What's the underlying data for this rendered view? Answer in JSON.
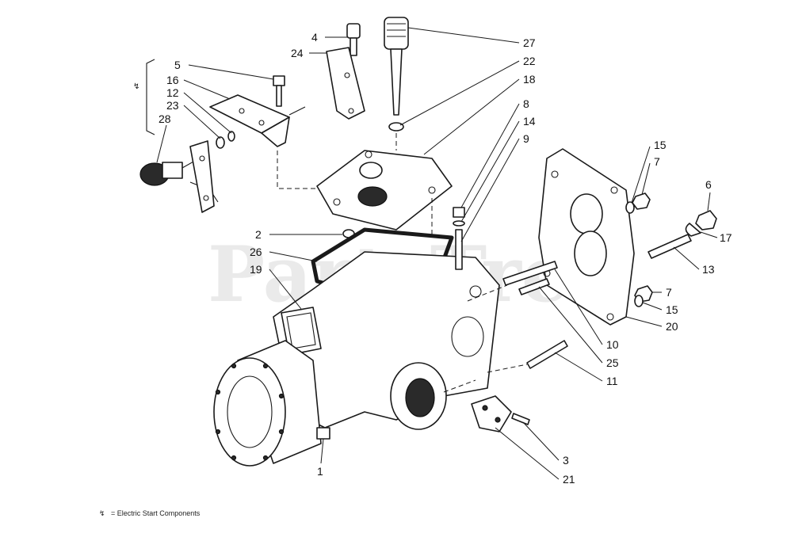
{
  "watermark": "PartsTree",
  "footnote": {
    "symbol": "↯",
    "text": "= Electric Start Components"
  },
  "callouts": [
    {
      "id": "c4",
      "label": "4"
    },
    {
      "id": "c24",
      "label": "24"
    },
    {
      "id": "c27",
      "label": "27"
    },
    {
      "id": "c22",
      "label": "22"
    },
    {
      "id": "c18",
      "label": "18"
    },
    {
      "id": "c5",
      "label": "5"
    },
    {
      "id": "c16",
      "label": "16"
    },
    {
      "id": "c12",
      "label": "12"
    },
    {
      "id": "c23",
      "label": "23"
    },
    {
      "id": "c28",
      "label": "28"
    },
    {
      "id": "c8",
      "label": "8"
    },
    {
      "id": "c14",
      "label": "14"
    },
    {
      "id": "c9",
      "label": "9"
    },
    {
      "id": "c15a",
      "label": "15"
    },
    {
      "id": "c7a",
      "label": "7"
    },
    {
      "id": "c6",
      "label": "6"
    },
    {
      "id": "c17",
      "label": "17"
    },
    {
      "id": "c13",
      "label": "13"
    },
    {
      "id": "c2",
      "label": "2"
    },
    {
      "id": "c26",
      "label": "26"
    },
    {
      "id": "c19",
      "label": "19"
    },
    {
      "id": "c7b",
      "label": "7"
    },
    {
      "id": "c15b",
      "label": "15"
    },
    {
      "id": "c20",
      "label": "20"
    },
    {
      "id": "c10",
      "label": "10"
    },
    {
      "id": "c25",
      "label": "25"
    },
    {
      "id": "c11",
      "label": "11"
    },
    {
      "id": "c3",
      "label": "3"
    },
    {
      "id": "c21",
      "label": "21"
    },
    {
      "id": "c1",
      "label": "1"
    }
  ]
}
